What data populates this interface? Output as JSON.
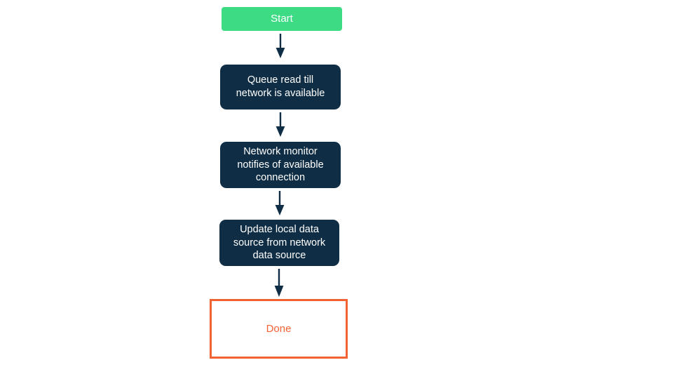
{
  "diagram": {
    "type": "flowchart",
    "orientation": "top-to-bottom",
    "background_color": "#FFFFFF",
    "nodes": [
      {
        "id": "start",
        "label": "Start",
        "shape": "rounded-rectangle",
        "fill_color": "#3DDC84",
        "text_color": "#FFFFFF",
        "border_color": "none"
      },
      {
        "id": "queue-read",
        "label": "Queue read till\nnetwork is available",
        "shape": "rounded-rectangle",
        "fill_color": "#0F2D44",
        "text_color": "#FFFFFF",
        "border_color": "none"
      },
      {
        "id": "network-monitor",
        "label": "Network monitor\nnotifies of available\nconnection",
        "shape": "rounded-rectangle",
        "fill_color": "#0F2D44",
        "text_color": "#FFFFFF",
        "border_color": "none"
      },
      {
        "id": "update-local",
        "label": "Update local data\nsource from network\ndata source",
        "shape": "rounded-rectangle",
        "fill_color": "#0F2D44",
        "text_color": "#FFFFFF",
        "border_color": "none"
      },
      {
        "id": "done",
        "label": "Done",
        "shape": "rectangle",
        "fill_color": "#FFFFFF",
        "text_color": "#F26334",
        "border_color": "#F26334"
      }
    ],
    "edges": [
      {
        "id": "edge-1",
        "from": "start",
        "to": "queue-read",
        "arrow_color": "#0F2D44"
      },
      {
        "id": "edge-2",
        "from": "queue-read",
        "to": "network-monitor",
        "arrow_color": "#0F2D44"
      },
      {
        "id": "edge-3",
        "from": "network-monitor",
        "to": "update-local",
        "arrow_color": "#0F2D44"
      },
      {
        "id": "edge-4",
        "from": "update-local",
        "to": "done",
        "arrow_color": "#0F2D44"
      }
    ]
  }
}
